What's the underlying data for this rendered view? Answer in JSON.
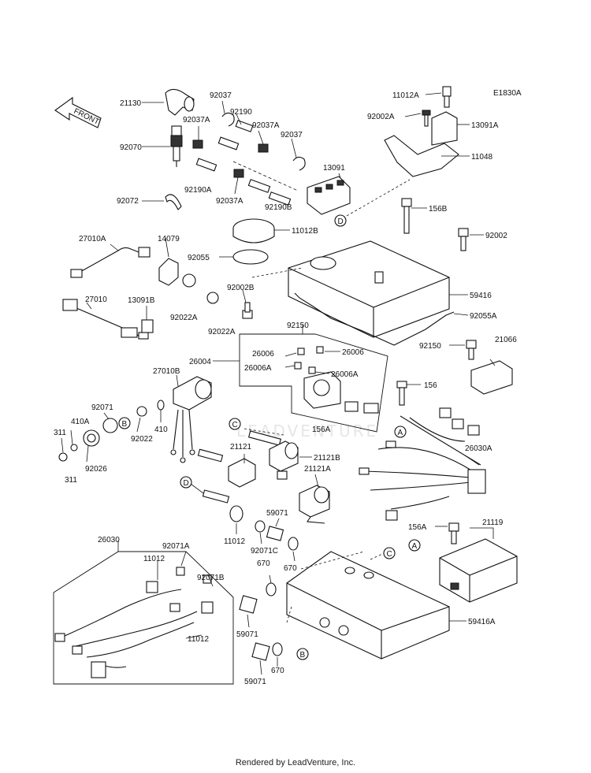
{
  "diagram": {
    "code": "E1830A",
    "front_label": "FRONT",
    "watermark": "LEADVENTURE",
    "footer": "Rendered by LeadVenture, Inc.",
    "labels": [
      "21130",
      "92037",
      "92190",
      "92037A",
      "92037A",
      "92070",
      "92037",
      "13091",
      "92190A",
      "92037A",
      "92190B",
      "92072",
      "11012A",
      "92002A",
      "13091A",
      "11048",
      "156B",
      "92002",
      "27010A",
      "14079",
      "11012B",
      "92055",
      "59416",
      "92055A",
      "27010",
      "13091B",
      "92002B",
      "92022A",
      "92022A",
      "92150",
      "92150",
      "21066",
      "26004",
      "26006",
      "26006",
      "26006A",
      "26006A",
      "156",
      "27010B",
      "92071",
      "410A",
      "92022",
      "410",
      "311",
      "311",
      "92026",
      "156A",
      "21121",
      "21121B",
      "21121A",
      "26030A",
      "156A",
      "21119",
      "11012",
      "92071C",
      "59071",
      "670",
      "670",
      "26030",
      "92071A",
      "11012",
      "92071B",
      "11012",
      "59071",
      "59071",
      "670",
      "59416A"
    ],
    "callouts": [
      "A",
      "A",
      "B",
      "B",
      "C",
      "C",
      "D",
      "D"
    ]
  }
}
